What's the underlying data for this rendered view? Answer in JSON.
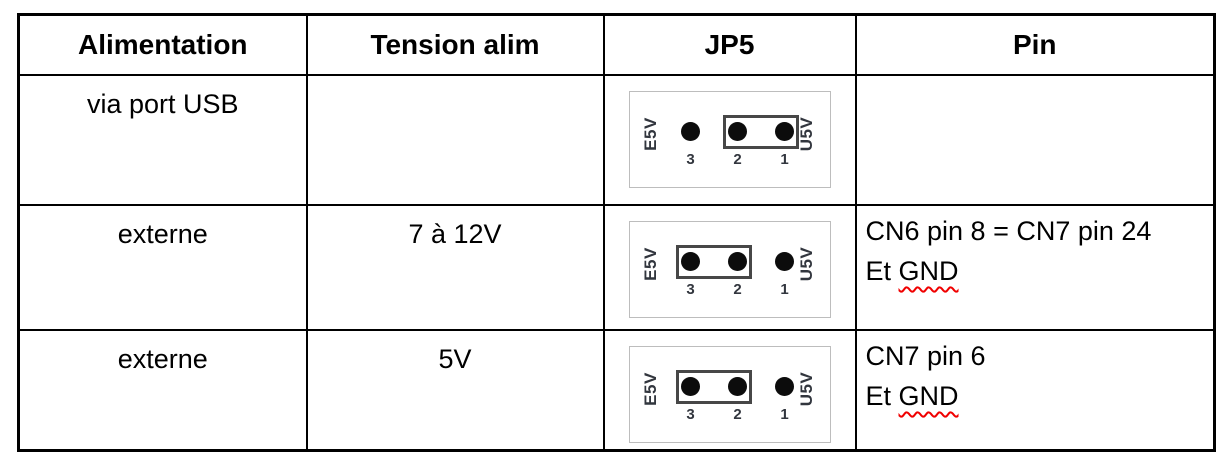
{
  "table": {
    "headers": [
      {
        "label": "Alimentation"
      },
      {
        "label": "Tension alim"
      },
      {
        "label": "JP5"
      },
      {
        "label": "Pin"
      }
    ],
    "rows": [
      {
        "alimentation": "via port USB",
        "tension_alim": "",
        "jp5": {
          "bridged_pins": "1-2"
        },
        "pin": {
          "line1": "",
          "line2_prefix": "",
          "line2_misspelled": ""
        }
      },
      {
        "alimentation": "externe",
        "tension_alim": "7 à 12V",
        "jp5": {
          "bridged_pins": "2-3"
        },
        "pin": {
          "line1": "CN6 pin 8 = CN7 pin 24",
          "line2_prefix": "Et ",
          "line2_misspelled": "GND"
        }
      },
      {
        "alimentation": "externe",
        "tension_alim": "5V",
        "jp5": {
          "bridged_pins": "2-3"
        },
        "pin": {
          "line1": "CN7 pin 6",
          "line2_prefix": "Et ",
          "line2_misspelled": "GND"
        }
      }
    ]
  },
  "jumper_diagram": {
    "left_label": "E5V",
    "right_label": "U5V",
    "pin_numbers": [
      "3",
      "2",
      "1"
    ]
  },
  "colors": {
    "table_border": "#000000",
    "text": "#000000",
    "diagram_frame": "#bdbdbd",
    "jumper_dot": "#0c0c0c",
    "jumper_bridge_border": "#474747",
    "diagram_label": "#32363e",
    "spellcheck_squiggle": "#f00000",
    "page_bg": "#ffffff"
  }
}
